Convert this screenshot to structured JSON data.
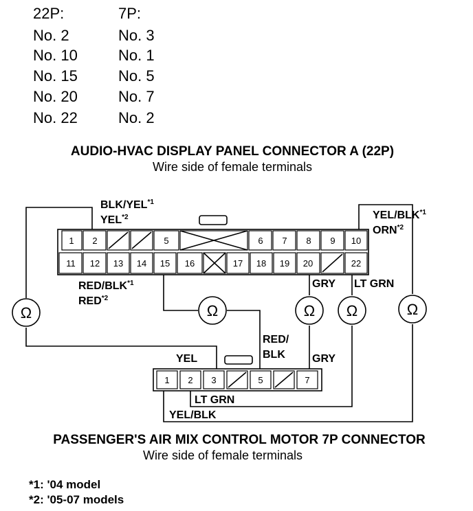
{
  "pin_table": {
    "header_22p": "22P:",
    "header_7p": "7P:",
    "rows": [
      {
        "a": "No. 2",
        "b": "No. 3"
      },
      {
        "a": "No. 10",
        "b": "No. 1"
      },
      {
        "a": "No. 15",
        "b": "No. 5"
      },
      {
        "a": "No. 20",
        "b": "No. 7"
      },
      {
        "a": "No. 22",
        "b": "No. 2"
      }
    ]
  },
  "connector_a": {
    "title": "AUDIO-HVAC DISPLAY PANEL CONNECTOR A (22P)",
    "subtitle": "Wire side of female terminals",
    "top_pins": [
      "1",
      "2",
      "5",
      "6",
      "7",
      "8",
      "9",
      "10"
    ],
    "bottom_pins": [
      "11",
      "12",
      "13",
      "14",
      "15",
      "16",
      "17",
      "18",
      "19",
      "20",
      "22"
    ]
  },
  "connector_b": {
    "title": "PASSENGER'S AIR MIX CONTROL MOTOR 7P CONNECTOR",
    "subtitle": "Wire side of female terminals",
    "pins": [
      "1",
      "2",
      "3",
      "5",
      "7"
    ]
  },
  "wires": {
    "blk_yel": "BLK/YEL",
    "yel": "YEL",
    "yel_blk": "YEL/BLK",
    "orn": "ORN",
    "red_blk": "RED/BLK",
    "red": "RED",
    "gry": "GRY",
    "lt_grn": "LT GRN",
    "red_slash": "RED/",
    "blk": "BLK",
    "yel_7p": "YEL",
    "gry_7p": "GRY",
    "lt_grn_bottom": "LT GRN",
    "yel_blk_bottom": "YEL/BLK",
    "mark1": "*1",
    "mark2": "*2"
  },
  "meter_symbol": "Ω",
  "notes": [
    {
      "mark": "*1:",
      "text": "'04 model"
    },
    {
      "mark": "*2:",
      "text": "'05-07 models"
    }
  ]
}
